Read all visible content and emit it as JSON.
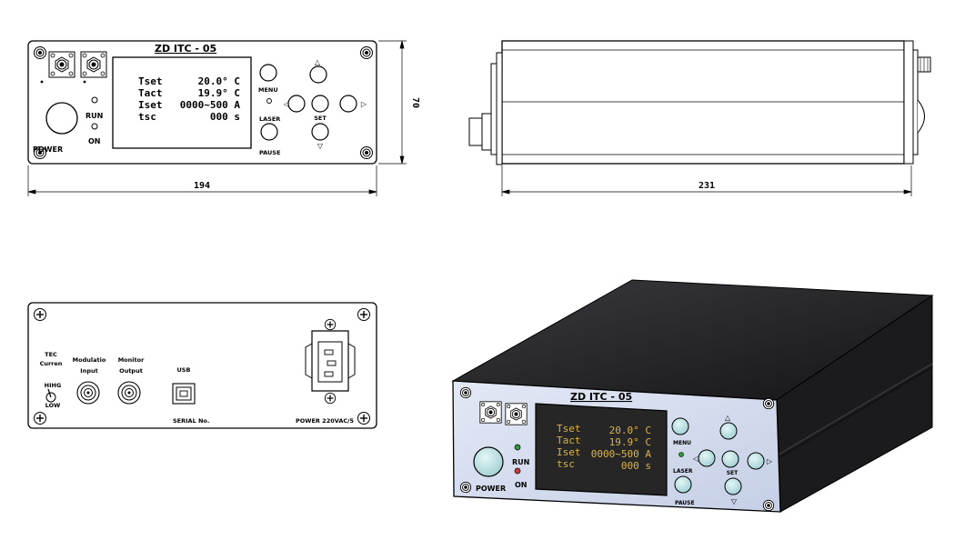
{
  "front": {
    "title": "ZD ITC - 05",
    "screen_lines": [
      {
        "label": "Tset",
        "value": "20.0° C"
      },
      {
        "label": "Tact",
        "value": "19.9° C"
      },
      {
        "label": "Iset",
        "value": "0000~500 A"
      },
      {
        "label": "tsc",
        "value": "000 s"
      }
    ],
    "run_label": "RUN",
    "on_label": "ON",
    "power_label": "POWER",
    "menu_label": "MENU",
    "laser_label": "LASER",
    "pause_label": "PAUSE",
    "set_label": "SET",
    "width_dim": "194",
    "height_dim": "70"
  },
  "side": {
    "length_dim": "231"
  },
  "rear": {
    "tec_label_1": "TEC",
    "tec_label_2": "Curren",
    "high_label": "HIHG",
    "low_label": "LOW",
    "mod_label_1": "Modulatio",
    "mod_label_2": "Input",
    "mon_label_1": "Monitor",
    "mon_label_2": "Output",
    "usb_label": "USB",
    "serial_label": "SERIAL No.",
    "power_label": "POWER  220VAC/5"
  },
  "iso": {
    "title": "ZD ITC - 05",
    "screen_lines": [
      {
        "label": "Tset",
        "value": "20.0° C"
      },
      {
        "label": "Tact",
        "value": "19.9° C"
      },
      {
        "label": "Iset",
        "value": "0000~500 A"
      },
      {
        "label": "tsc",
        "value": "000 s"
      }
    ],
    "run_label": "RUN",
    "on_label": "ON",
    "power_label": "POWER",
    "menu_label": "MENU",
    "laser_label": "LASER",
    "pause_label": "PAUSE",
    "set_label": "SET"
  },
  "colors": {
    "line": "#000000",
    "panel_face": "#d4dcef",
    "screen_bg": "#262626",
    "screen_text": "#d9b24a",
    "button_fill": "#bfe3e3",
    "led_green": "#2f9e36",
    "led_red": "#d23a3a",
    "body_dark": "#1b1b1e"
  }
}
